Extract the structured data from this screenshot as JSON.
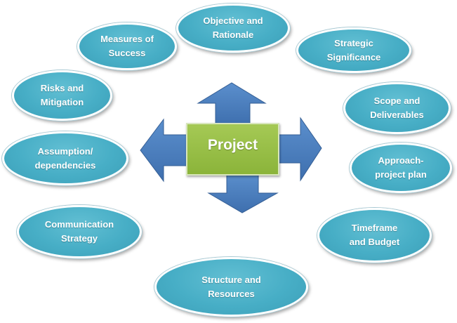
{
  "center": {
    "label": "Project"
  },
  "colors": {
    "node_fill": "#47aec6",
    "arrow_fill": "#4f81bd",
    "center_fill": "#9bbb59",
    "text": "#ffffff"
  },
  "nodes": [
    {
      "id": "objective-and-rationale",
      "label": "Objective and\nRationale"
    },
    {
      "id": "strategic-significance",
      "label": "Strategic\nSignificance"
    },
    {
      "id": "scope-and-deliverables",
      "label": "Scope and\nDeliverables"
    },
    {
      "id": "approach-project-plan",
      "label": "Approach-\nproject plan"
    },
    {
      "id": "timeframe-and-budget",
      "label": "Timeframe\nand Budget"
    },
    {
      "id": "structure-and-resources",
      "label": "Structure and\nResources"
    },
    {
      "id": "communication-strategy",
      "label": "Communication\nStrategy"
    },
    {
      "id": "assumption-dependencies",
      "label": "Assumption/\ndependencies"
    },
    {
      "id": "risks-and-mitigation",
      "label": "Risks and\nMitigation"
    },
    {
      "id": "measures-of-success",
      "label": "Measures of\nSuccess"
    }
  ]
}
